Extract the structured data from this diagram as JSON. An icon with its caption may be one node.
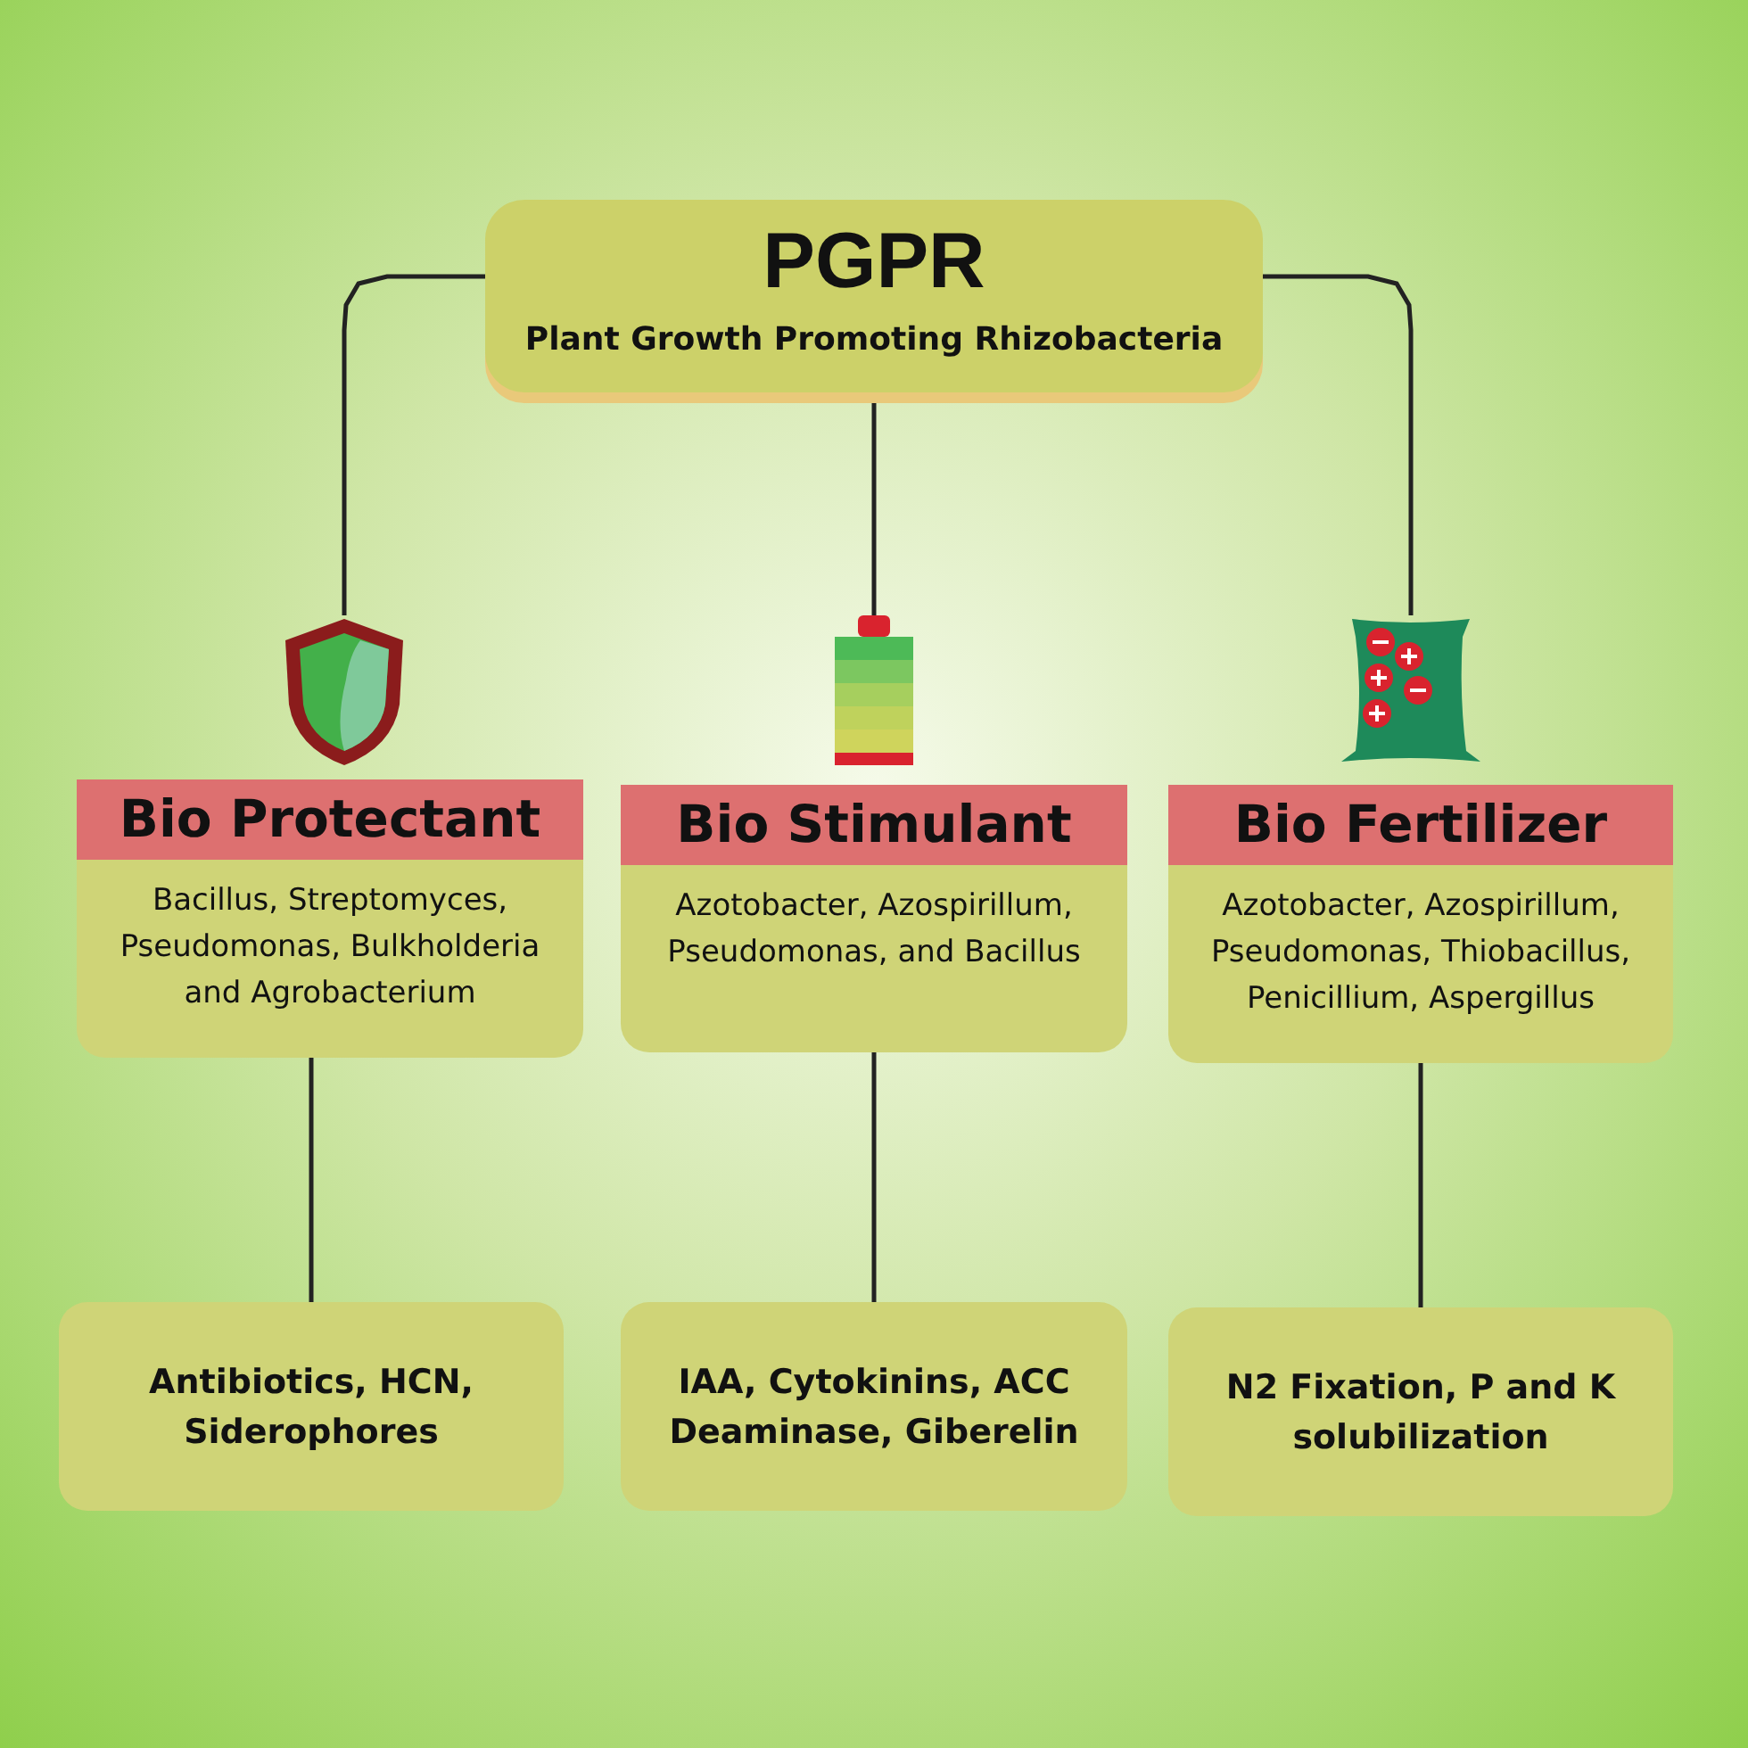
{
  "diagram": {
    "nodes": [
      {
        "text": [
          "PGPR",
          "Plant Growth Promoting Rhizobacteria"
        ]
      },
      {
        "text": [],
        "shape": "shield"
      },
      {
        "text": [],
        "shape": "battery"
      },
      {
        "text": [],
        "shape": "bag"
      },
      {
        "text": [
          "Bio Protectant",
          "Bacillus, Streptomyces, Pseudomonas, Bulkholderia and Agrobacterium"
        ]
      },
      {
        "text": [
          "Bio Stimulant",
          "Azotobacter, Azospirillum, Pseudomonas, and Bacillus"
        ]
      },
      {
        "text": [
          "Bio Fertilizer",
          "Azotobacter, Azospirillum, Pseudomonas, Thiobacillus, Penicillium, Aspergillus"
        ]
      },
      {
        "text": [
          "Antibiotics, HCN, Siderophores"
        ]
      },
      {
        "text": [
          "IAA, Cytokinins, ACC Deaminase, Giberelin"
        ]
      },
      {
        "text": [
          "N2 Fixation,  P and K solubilization"
        ]
      }
    ],
    "edges": [
      {
        "from": 0,
        "to": 1,
        "arrow": "none"
      },
      {
        "from": 0,
        "to": 2,
        "arrow": "none"
      },
      {
        "from": 0,
        "to": 3,
        "arrow": "none"
      },
      {
        "from": 4,
        "to": 7,
        "arrow": "none"
      },
      {
        "from": 5,
        "to": 8,
        "arrow": "none"
      },
      {
        "from": 6,
        "to": 9,
        "arrow": "none"
      }
    ]
  }
}
